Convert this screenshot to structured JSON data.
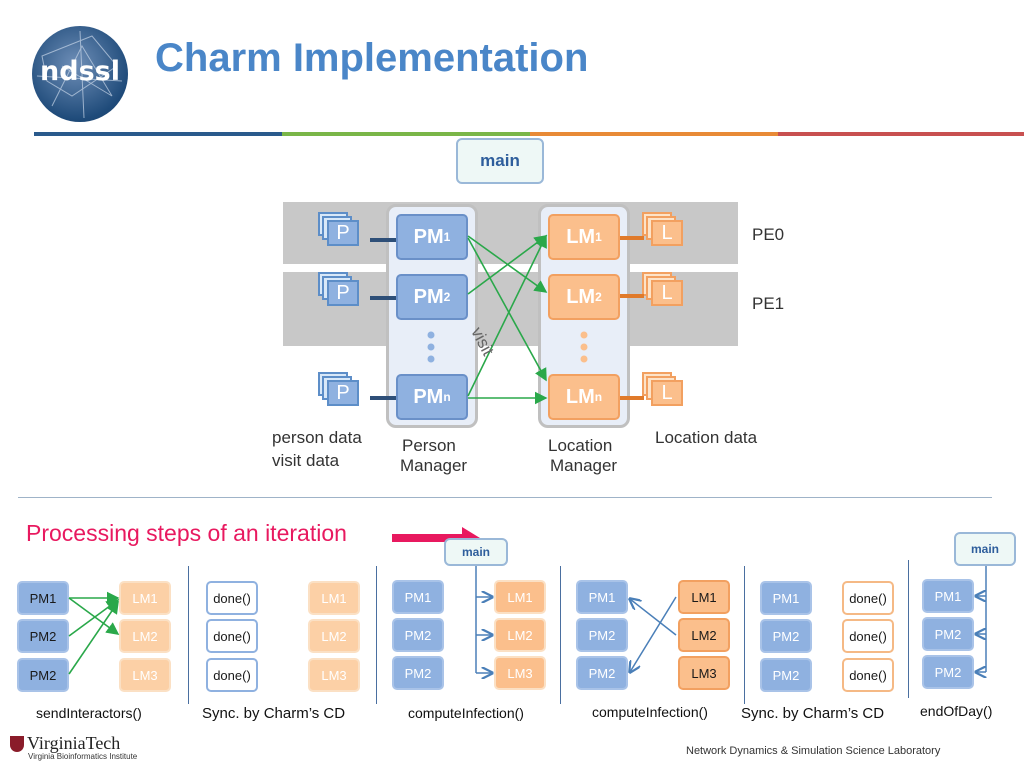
{
  "header": {
    "title": "Charm Implementation",
    "logo_text": "ndssl",
    "colors": {
      "blue": "#2a5a8c",
      "green": "#7ab648",
      "orange": "#e88a36",
      "red": "#c85050"
    }
  },
  "diagram": {
    "main_label": "main",
    "pe_labels": [
      "PE0",
      "PE1"
    ],
    "person_stacks": [
      "P",
      "P",
      "P"
    ],
    "location_stacks": [
      "L",
      "L",
      "L"
    ],
    "pm_nodes": [
      {
        "base": "PM",
        "sub": "1"
      },
      {
        "base": "PM",
        "sub": "2"
      },
      {
        "base": "PM",
        "sub": "n"
      }
    ],
    "lm_nodes": [
      {
        "base": "LM",
        "sub": "1"
      },
      {
        "base": "LM",
        "sub": "2"
      },
      {
        "base": "LM",
        "sub": "n"
      }
    ],
    "visit_label": "visit",
    "person_data_lines": [
      "person data",
      "visit data"
    ],
    "person_manager_lines": [
      "Person",
      "Manager"
    ],
    "location_manager_lines": [
      "Location",
      "Manager"
    ],
    "location_data": "Location data"
  },
  "steps": {
    "heading": "Processing steps of an iteration",
    "main_label": "main",
    "columns": [
      {
        "left": [
          "PM1",
          "PM2",
          "PM2"
        ],
        "right": [
          "LM1",
          "LM2",
          "LM3"
        ],
        "caption": "sendInteractors()"
      },
      {
        "left": [
          "done()",
          "done()",
          "done()"
        ],
        "right": [
          "LM1",
          "LM2",
          "LM3"
        ],
        "caption": "Sync. by Charm’s CD"
      },
      {
        "left": [
          "PM1",
          "PM2",
          "PM2"
        ],
        "right": [
          "LM1",
          "LM2",
          "LM3"
        ],
        "caption": "computeInfection()"
      },
      {
        "left": [
          "PM1",
          "PM2",
          "PM2"
        ],
        "right": [
          "LM1",
          "LM2",
          "LM3"
        ],
        "caption": "computeInfection()"
      },
      {
        "left": [
          "PM1",
          "PM2",
          "PM2"
        ],
        "right": [
          "done()",
          "done()",
          "done()"
        ],
        "caption": "Sync. by Charm’s CD"
      },
      {
        "left": [
          "PM1",
          "PM2",
          "PM2"
        ],
        "caption": "endOfDay()"
      }
    ]
  },
  "footer": {
    "institution": "VirginiaTech",
    "institute": "Virginia Bioinformatics Institute",
    "lab": "Network Dynamics & Simulation Science Laboratory"
  }
}
